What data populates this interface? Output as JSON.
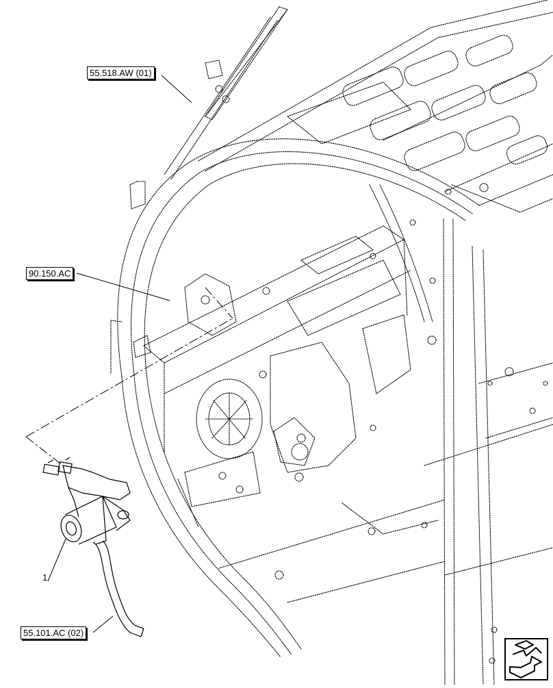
{
  "diagram": {
    "callouts": [
      {
        "id": "ref-wiper-arm",
        "text": "55.518.AW (01)"
      },
      {
        "id": "ref-cab-frame",
        "text": "90.150.AC"
      },
      {
        "id": "ref-harness",
        "text": "55.101.AC (02)"
      }
    ],
    "part_label": "1",
    "nav_icon": "next-page-arrow-icon"
  }
}
